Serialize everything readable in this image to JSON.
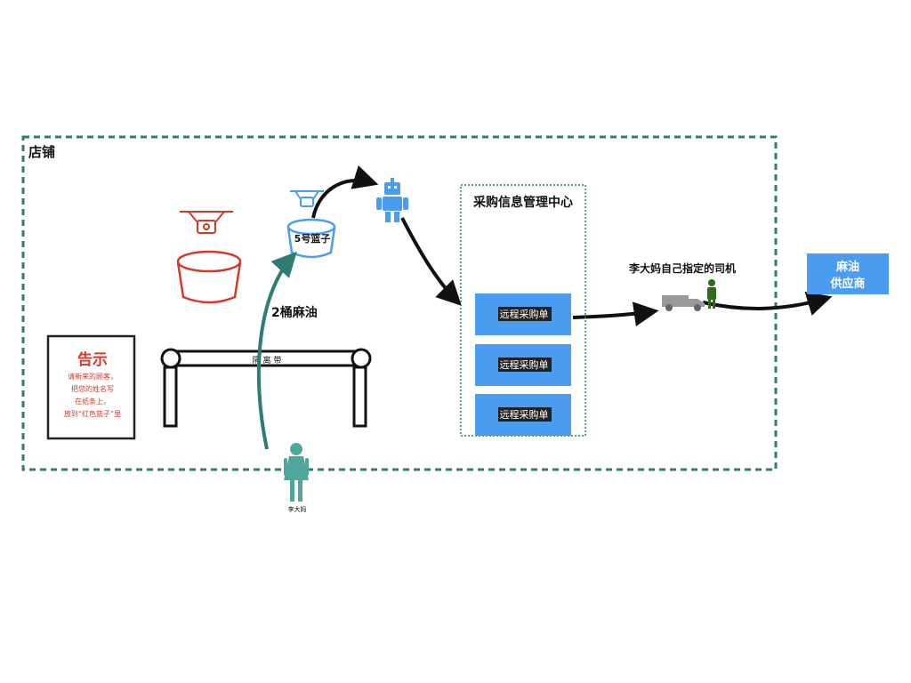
{
  "store": {
    "label": "店铺"
  },
  "notice": {
    "title": "告示",
    "lines": [
      "请新来的顾客，",
      "把您的姓名写",
      "在纸条上，",
      "放到“红色篮子”里"
    ]
  },
  "barrier": {
    "label": "隔 离 带"
  },
  "basket": {
    "label": "5号篮子"
  },
  "carry": {
    "label": "2桶麻油"
  },
  "customer": {
    "label": "李大妈"
  },
  "center": {
    "title": "采购信息管理中心",
    "orders": [
      "远程采购单",
      "远程采购单",
      "远程采购单"
    ]
  },
  "driver": {
    "label": "李大妈自己指定的司机"
  },
  "supplier": {
    "lines": [
      "麻油",
      "供应商"
    ]
  },
  "colors": {
    "teal": "#2f7c72",
    "blue": "#4a9cf0",
    "red": "#d23a2a",
    "person": "#4fa79c",
    "driver": "#2e6b1a"
  }
}
